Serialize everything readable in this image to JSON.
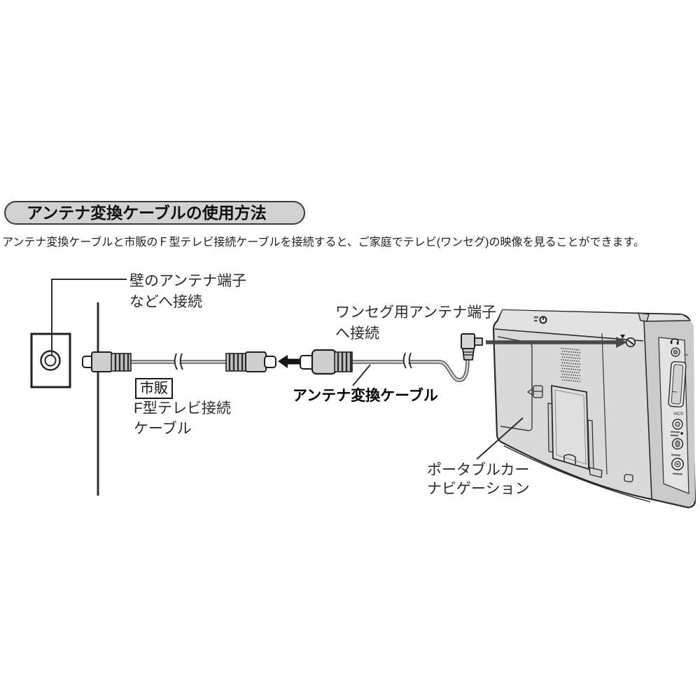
{
  "title": "アンテナ変換ケーブルの使用方法",
  "description": "アンテナ変換ケーブルと市販のＦ型テレビ接続ケーブルを接続すると、ご家庭でテレビ(ワンセグ)の映像を見ることができます。",
  "labels": {
    "wall_terminal": "壁のアンテナ端子\nなどへ接続",
    "oneseg_terminal": "ワンセグ用アンテナ端子\nへ接続",
    "retail": "市販",
    "f_type_cable": "F型テレビ接続\nケーブル",
    "conversion_cable": "アンテナ変換ケーブル",
    "navigation": "ポータブルカー\nナビゲーション",
    "vics": "VICS"
  },
  "colors": {
    "title_bg": "#d2d2d2",
    "outline": "#2e2e2e",
    "device_fill": "#d9d9d9",
    "top_face_fill": "#e2e2e2",
    "side_face_fill": "#cbcbcb",
    "connector_fill": "#cfcfcf",
    "arrow_black": "#141414",
    "arrow_gray": "#484848"
  }
}
